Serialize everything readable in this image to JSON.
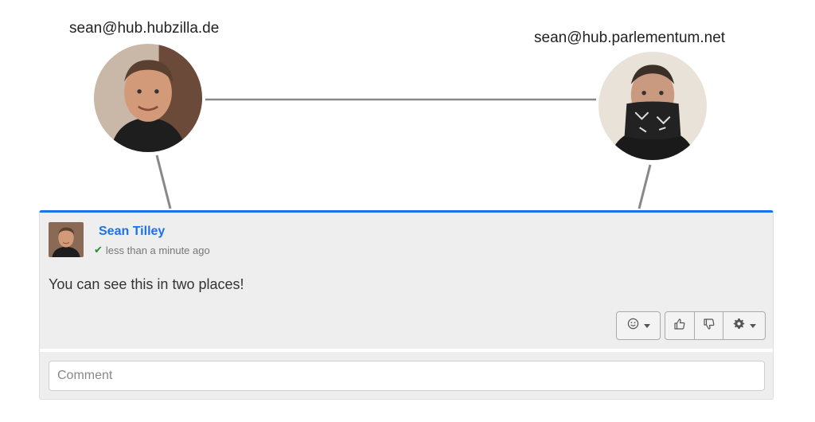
{
  "nodes": {
    "left": {
      "label": "sean@hub.hubzilla.de"
    },
    "right": {
      "label": "sean@hub.parlementum.net"
    }
  },
  "post": {
    "author": "Sean Tilley",
    "time": "less than a minute ago",
    "text": "You can see this in two places!"
  },
  "actions": {
    "reaction_icon": "smiley-icon",
    "like_icon": "thumbs-up-icon",
    "dislike_icon": "thumbs-down-icon",
    "settings_icon": "gear-icon"
  },
  "comment": {
    "placeholder": "Comment"
  },
  "colors": {
    "accent": "#1a73e8",
    "line": "#888888",
    "card": "#eeeeee",
    "check": "#2a8a2a"
  }
}
